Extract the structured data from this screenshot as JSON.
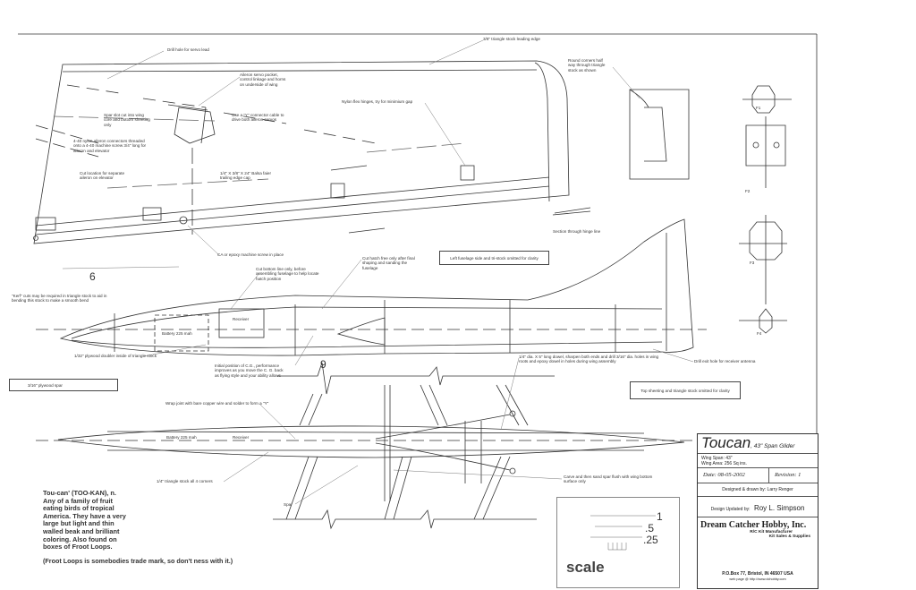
{
  "title_block": {
    "name": "Toucan",
    "subtitle": ", 43\" Span Glider",
    "wing_span": "Wing Span:   43\"",
    "wing_area": "Wing Area:   256 Sq ins.",
    "date": "Date: 08-05-2002",
    "revision": "Revision: 1",
    "designed_by": "Designed & drawn by: Larry Renger",
    "updated_label": "Design Updated by:",
    "updated_by": "Roy L. Simpson",
    "company": "Dream Catcher Hobby, Inc.",
    "company_line1": "R/C Kit Manufacturer",
    "company_line2": "Kit Sales & Supplies",
    "address": "P.O.Box 77, Bristol, IN 46507 USA",
    "web": "web page @ http://www.dchobby.com"
  },
  "definition": "Tou-can' (TOO-KAN), n.\nAny of a family of fruit\neating birds of tropical\nAmerica. They have a very\nlarge but light and thin\nwalled beak and brilliant\ncoloring. Also found on\nboxes of Froot Loops.",
  "trademark_note": "(Froot Loops is somebodies trade mark, so don't ness with it.)",
  "labels": {
    "drill_servo": "Drill hole for servo lead",
    "leading_edge": "3/8\" triangle stock leading edge",
    "servo_pocket": "Aileron servo pocket,\ncontrol linkage and horns\non underside of wing",
    "round_corners": "Round corners half\nway through triangle\nstock as shown",
    "hinges": "Nylon flex hinges, try for minimium gap",
    "spar_slot": "Spar slot cut into wing\ncore and bottom sheeting\nonly",
    "y_connector": "Use a \"Y\" connector cable to\ndrive both aileron servos",
    "connectors": "4-40 nylon aileron connectors threaded\nonto a 4-40 machine screw 3/4\" long for\naileron and elevator",
    "cut_location": "Cut location for separate\naileron on elevator",
    "te_cap": "1/4\" X 3/8\" X 24\" Balsa faier\ntrailing edge cap",
    "section": "Section through hinge line",
    "ca_epoxy": "CA or epoxy machine screw in place",
    "hatch_free": "Cut hatch free only after final\nshaping and sanding the\nfuselage",
    "cut_bottom": "Cut bottom line only, before\nassembling fuselage to help locate\nhatch position",
    "kerf": "\"Kerf\" cuts may be required in triangle stock to aid in\nbending this stock to make a smooth bend",
    "receiver": "Receiver",
    "battery": "Battery 225 mah",
    "doubler": "1/32\" plywood doubler inside of triangle stock",
    "cg": "Initial position of C.G., performance\nimproves as you move the C. G. back\nas flying style and your ability allows",
    "dowel": "1/4\" dia. X 5\" long dowel, sharpen both ends and drill 3/16\" dia. holes in wing\nroots and epoxy dowel in holes during wing assembly",
    "antenna": "Drill exit hole for receiver antenna",
    "wrap_joint": "Wrap joint with bare copper wire and solder to form a \"Y\"",
    "tri_stock": "1/4\" triangle stock all 4 corners",
    "carve_spar": "Carve and then sand spar flush with wing bottom\nsurface only",
    "spar": "Spar"
  },
  "boxes": {
    "left_side_omitted": "Left fuselage side and tri-stock omitted for clarity",
    "top_omitted": "Top sheeting and triangle stock omitted for clarity",
    "ply_spar": "3/16\" plywood spar"
  },
  "dimensions": {
    "six": "6",
    "nine": "9"
  },
  "formers": [
    "F1",
    "F2",
    "F3",
    "F4"
  ],
  "scale": {
    "one": "1",
    "half": ".5",
    "quarter": ".25",
    "label": "scale"
  }
}
